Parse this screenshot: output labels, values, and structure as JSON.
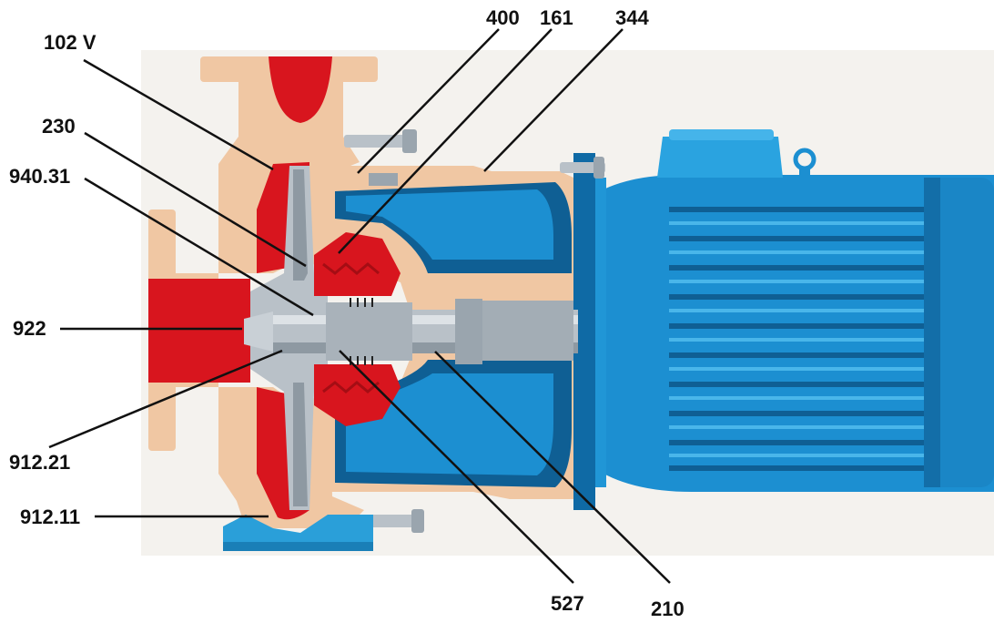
{
  "colors": {
    "background": "#ffffff",
    "backdrop": "#f4f2ee",
    "casing": "#f0c7a3",
    "casing_dark": "#d9a47c",
    "fluid_red": "#d8151e",
    "fluid_red_dark": "#a50d14",
    "shaft": "#b9c1c8",
    "shaft_dark": "#7d8891",
    "motor_blue": "#1c8fd1",
    "motor_blue_dark": "#0f5f94",
    "motor_blue_light": "#49b6ea",
    "base_blue": "#2a9fd9",
    "leader_line": "#111111"
  },
  "callouts": {
    "c102v": "102 V",
    "c400": "400",
    "c161": "161",
    "c344": "344",
    "c230": "230",
    "c94031": "940.31",
    "c922": "922",
    "c91221": "912.21",
    "c91211": "912.11",
    "c527": "527",
    "c210": "210"
  }
}
